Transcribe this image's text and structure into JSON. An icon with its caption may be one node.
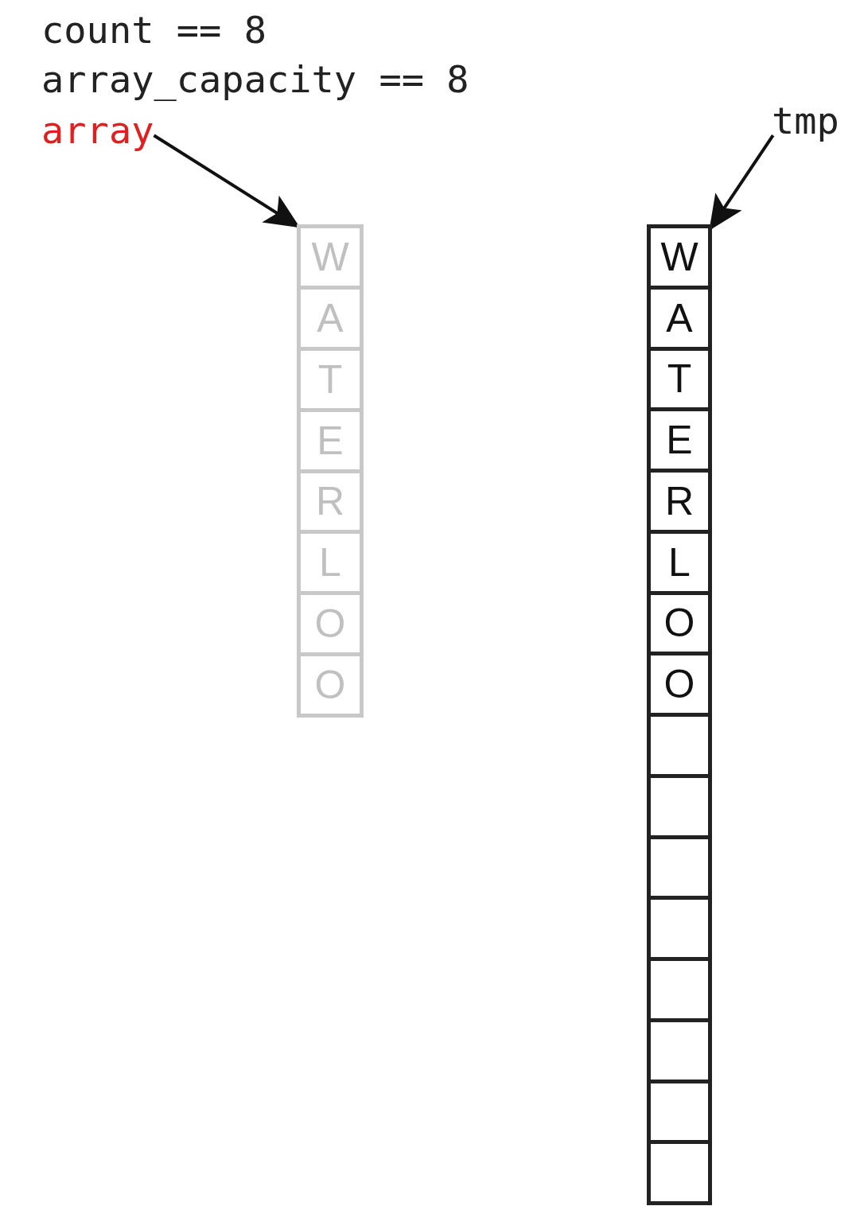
{
  "diagram": {
    "nodes": [
      {
        "text": [
          "array"
        ]
      },
      {
        "text": [
          "tmp"
        ]
      },
      {
        "text": [],
        "shape": "box"
      },
      {
        "text": [
          "W"
        ],
        "in": 2
      },
      {
        "text": [
          "A"
        ],
        "in": 2
      },
      {
        "text": [
          "T"
        ],
        "in": 2
      },
      {
        "text": [
          "E"
        ],
        "in": 2
      },
      {
        "text": [
          "R"
        ],
        "in": 2
      },
      {
        "text": [
          "L"
        ],
        "in": 2
      },
      {
        "text": [
          "O"
        ],
        "in": 2
      },
      {
        "text": [
          "O"
        ],
        "in": 2
      },
      {
        "text": [],
        "shape": "box"
      },
      {
        "text": [
          "W"
        ],
        "in": 11
      },
      {
        "text": [
          "A"
        ],
        "in": 11
      },
      {
        "text": [
          "T"
        ],
        "in": 11
      },
      {
        "text": [
          "E"
        ],
        "in": 11
      },
      {
        "text": [
          "R"
        ],
        "in": 11
      },
      {
        "text": [
          "L"
        ],
        "in": 11
      },
      {
        "text": [
          "O"
        ],
        "in": 11
      },
      {
        "text": [
          "O"
        ],
        "in": 11
      },
      {
        "text": [],
        "shape": "box",
        "in": 11
      },
      {
        "text": [],
        "shape": "box",
        "in": 11
      },
      {
        "text": [],
        "shape": "box",
        "in": 11
      },
      {
        "text": [],
        "shape": "box",
        "in": 11
      },
      {
        "text": [],
        "shape": "box",
        "in": 11
      },
      {
        "text": [],
        "shape": "box",
        "in": 11
      },
      {
        "text": [],
        "shape": "box",
        "in": 11
      },
      {
        "text": [],
        "shape": "box",
        "in": 11
      }
    ],
    "edges": [
      {
        "from": 0,
        "to": 2,
        "arrow": "to"
      },
      {
        "from": 1,
        "to": 11,
        "arrow": "to"
      }
    ],
    "labels": [
      "count == 8",
      "array_capacity == 8"
    ]
  }
}
